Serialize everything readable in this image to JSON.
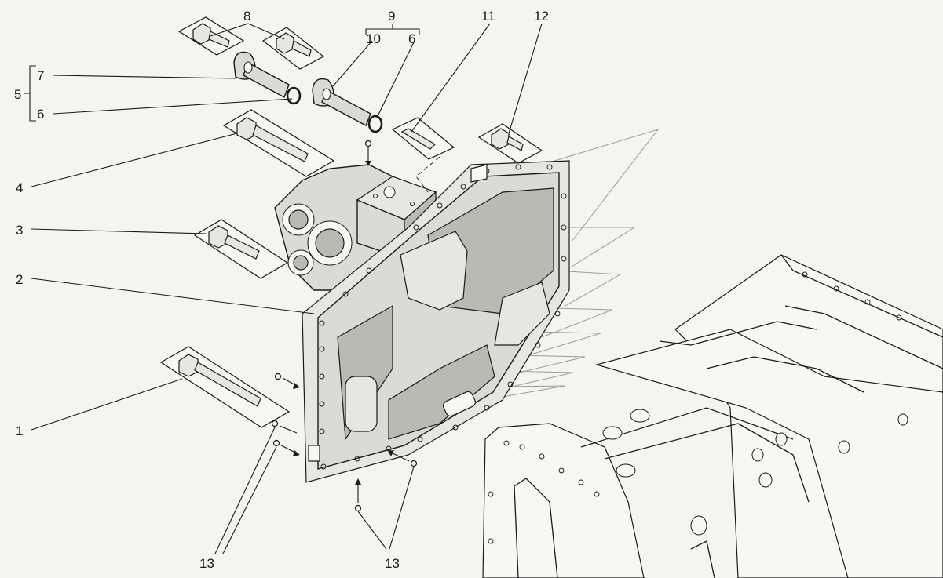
{
  "callouts": {
    "c1": "1",
    "c2": "2",
    "c3": "3",
    "c4": "4",
    "c5": "5",
    "c6a": "6",
    "c7": "7",
    "c8": "8",
    "c9": "9",
    "c10": "10",
    "c6b": "6",
    "c11": "11",
    "c12": "12",
    "c13a": "13",
    "c13b": "13"
  },
  "colors": {
    "ink": "#1a1a1a",
    "background": "#f4f5ef",
    "casting": "#dadbd4"
  }
}
